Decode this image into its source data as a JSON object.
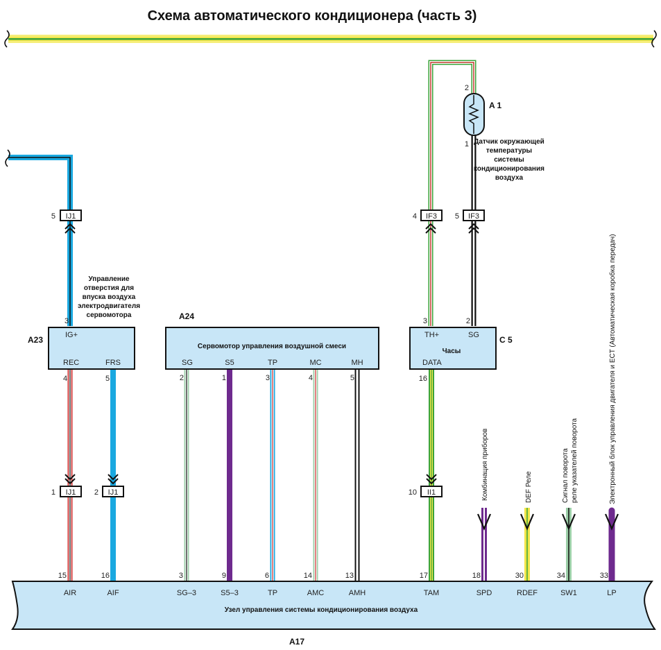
{
  "title": "Схема автоматического кондиционера (часть 3)",
  "colors": {
    "module_fill": "#c8e6f7",
    "yellow": "#f2e64a",
    "green": "#3aa33a",
    "light_green": "#9ccfa8",
    "blue": "#1aa8e0",
    "red": "#d23030",
    "purple": "#6e2a8e",
    "black": "#111111"
  },
  "components": {
    "a23": {
      "id": "A23",
      "description": "Управление отверстия для впуска воздуха электродвигателя сервомотора",
      "desc_lines": [
        "Управление",
        "отверстия для",
        "впуска воздуха",
        "электродвигателя",
        "сервомотора"
      ],
      "pins": [
        {
          "name": "IG+",
          "num": "3"
        },
        {
          "name": "REC",
          "num": "4"
        },
        {
          "name": "FRS",
          "num": "5"
        }
      ]
    },
    "a24": {
      "id": "A24",
      "description": "Сервомотор управления воздушной смеси",
      "pins": [
        {
          "name": "SG",
          "num": "2"
        },
        {
          "name": "S5",
          "num": "1"
        },
        {
          "name": "TP",
          "num": "3"
        },
        {
          "name": "MC",
          "num": "4"
        },
        {
          "name": "MH",
          "num": "5"
        }
      ]
    },
    "c5": {
      "id": "C 5",
      "description": "Часы",
      "pins": [
        {
          "name": "TH+",
          "num": "3"
        },
        {
          "name": "SG",
          "num": "2"
        },
        {
          "name": "DATA",
          "num": "16"
        }
      ]
    },
    "a1": {
      "id": "A 1",
      "description": "Датчик окружающей температуры системы кондиционирования воздуха",
      "desc_lines": [
        "Датчик окружающей",
        "температуры",
        "системы",
        "кондиционирования",
        "воздуха"
      ],
      "pins": [
        {
          "num": "2"
        },
        {
          "num": "1"
        }
      ]
    },
    "a17": {
      "id": "A17",
      "description": "Узел управления системы кондиционирования воздуха",
      "pins": [
        {
          "name": "AIR",
          "num": "15"
        },
        {
          "name": "AIF",
          "num": "16"
        },
        {
          "name": "SG–3",
          "num": "3"
        },
        {
          "name": "S5–3",
          "num": "9"
        },
        {
          "name": "TP",
          "num": "6"
        },
        {
          "name": "AMC",
          "num": "14"
        },
        {
          "name": "AMH",
          "num": "13"
        },
        {
          "name": "TAM",
          "num": "17"
        },
        {
          "name": "SPD",
          "num": "18"
        },
        {
          "name": "RDEF",
          "num": "30"
        },
        {
          "name": "SW1",
          "num": "34"
        },
        {
          "name": "LP",
          "num": "33"
        }
      ]
    }
  },
  "connectors": [
    {
      "pin": "5",
      "name": "IJ1"
    },
    {
      "pin": "1",
      "name": "IJ1"
    },
    {
      "pin": "2",
      "name": "IJ1"
    },
    {
      "pin": "4",
      "name": "IF3"
    },
    {
      "pin": "5",
      "name": "IF3"
    },
    {
      "pin": "10",
      "name": "II1"
    }
  ],
  "external_labels": {
    "spd": "Комбинация приборов",
    "rdef": "DEF Реле",
    "sw1_line1": "Сигнал поворота",
    "sw1_line2": "реле указателей поворота",
    "lp": "Электронный блок управления двигателя и ECT (Автоматическая коробка передач)"
  }
}
